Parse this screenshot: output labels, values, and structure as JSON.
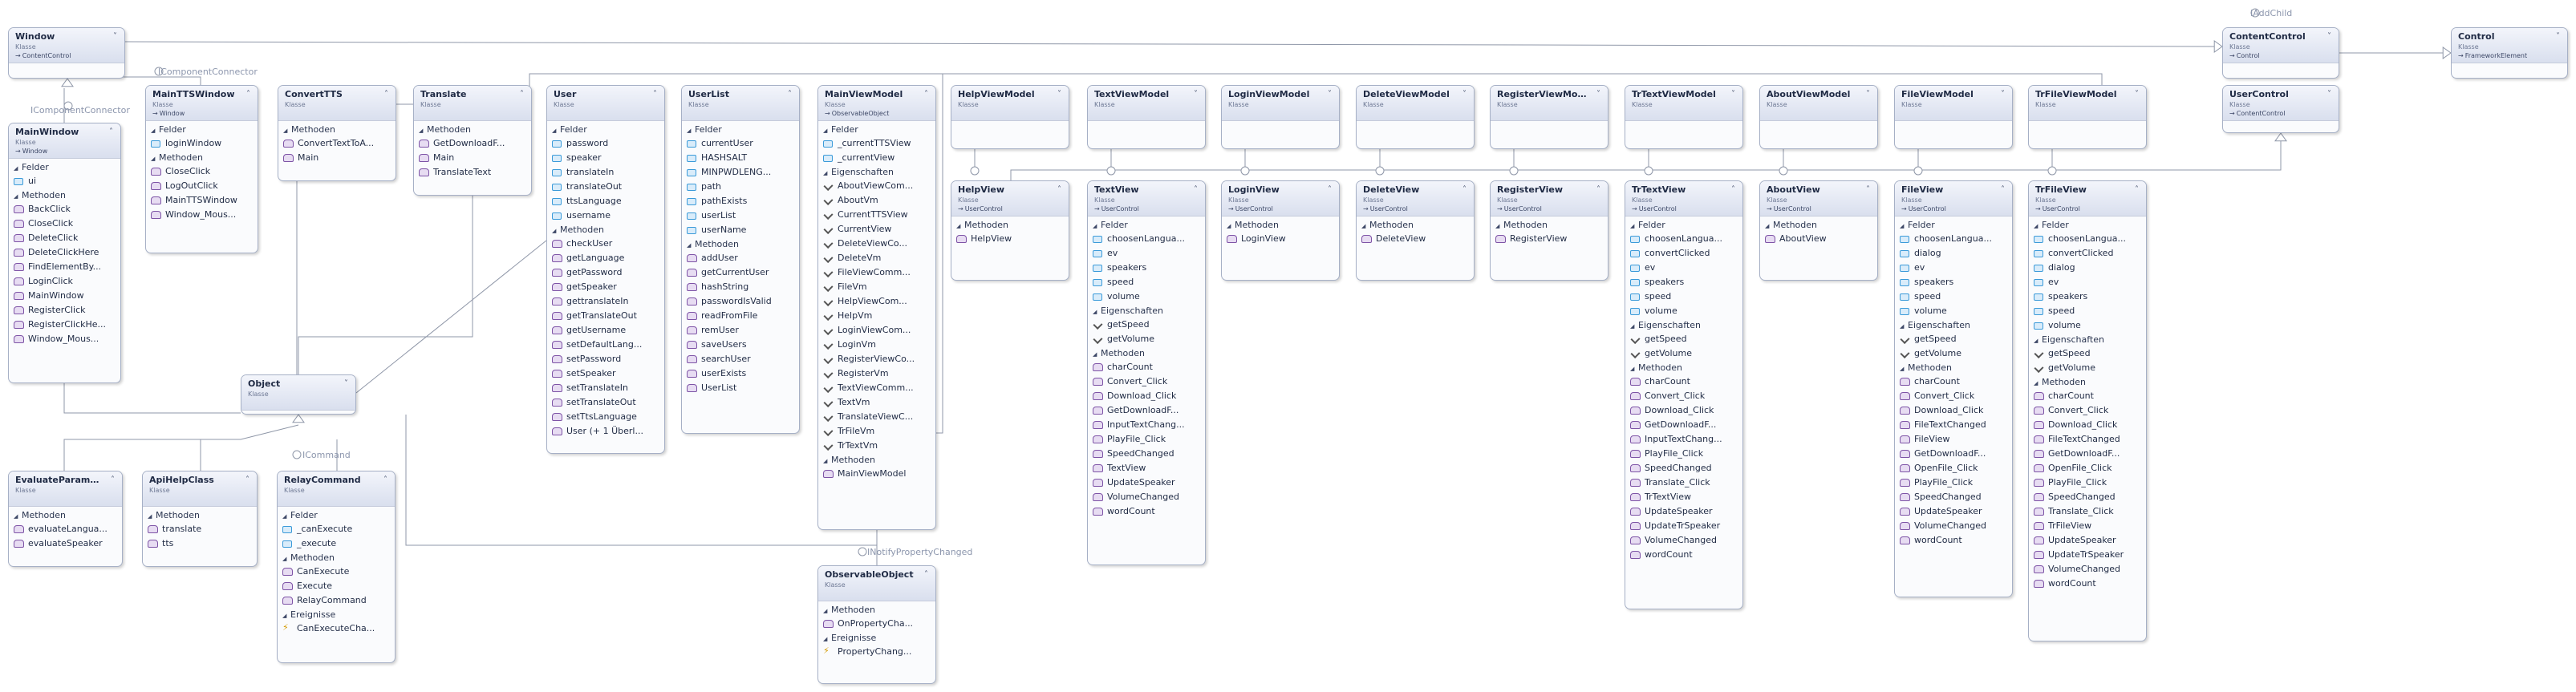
{
  "diagram": {
    "kind_label": "Klasse",
    "sections": {
      "fields": "Felder",
      "methods": "Methoden",
      "properties": "Eigenschaften",
      "events": "Ereignisse"
    },
    "interface_labels": {
      "icomponent_top": "IComponentConnector",
      "icomponent_left": "IComponentConnector",
      "iaddchild": "IAddChild",
      "icommand": "ICommand",
      "inotify": "INotifyPropertyChanged"
    },
    "classes": [
      {
        "name": "Window",
        "base": "ContentControl",
        "sections": []
      },
      {
        "name": "MainWindow",
        "base": "Window",
        "sections": [
          {
            "type": "fields",
            "members": [
              "ui"
            ]
          },
          {
            "type": "methods",
            "members": [
              "BackClick",
              "CloseClick",
              "DeleteClick",
              "DeleteClickHere",
              "FindElementBy...",
              "LoginClick",
              "MainWindow",
              "RegisterClick",
              "RegisterClickHe...",
              "Window_Mous..."
            ]
          }
        ]
      },
      {
        "name": "MainTTSWindow",
        "base": "Window",
        "sections": [
          {
            "type": "fields",
            "members": [
              "loginWindow"
            ]
          },
          {
            "type": "methods",
            "members": [
              "CloseClick",
              "LogOutClick",
              "MainTTSWindow",
              "Window_Mous..."
            ]
          }
        ]
      },
      {
        "name": "ConvertTTS",
        "base": "",
        "sections": [
          {
            "type": "methods",
            "members": [
              "ConvertTextToA...",
              "Main"
            ]
          }
        ]
      },
      {
        "name": "Translate",
        "base": "",
        "sections": [
          {
            "type": "methods",
            "members": [
              "GetDownloadF...",
              "Main",
              "TranslateText"
            ]
          }
        ]
      },
      {
        "name": "User",
        "base": "",
        "sections": [
          {
            "type": "fields",
            "members": [
              "password",
              "speaker",
              "translateIn",
              "translateOut",
              "ttsLanguage",
              "username"
            ]
          },
          {
            "type": "methods",
            "members": [
              "checkUser",
              "getLanguage",
              "getPassword",
              "getSpeaker",
              "gettranslateIn",
              "getTranslateOut",
              "getUsername",
              "setDefaultLang...",
              "setPassword",
              "setSpeaker",
              "setTranslateIn",
              "setTranslateOut",
              "setTtsLanguage",
              "User (+ 1 Überl..."
            ]
          }
        ]
      },
      {
        "name": "UserList",
        "base": "",
        "sections": [
          {
            "type": "fields",
            "members": [
              "currentUser",
              "HASHSALT",
              "MINPWDLENG...",
              "path",
              "pathExists",
              "userList",
              "userName"
            ]
          },
          {
            "type": "methods",
            "members": [
              "addUser",
              "getCurrentUser",
              "hashString",
              "passwordIsValid",
              "readFromFile",
              "remUser",
              "saveUsers",
              "searchUser",
              "userExists",
              "UserList"
            ]
          }
        ]
      },
      {
        "name": "MainViewModel",
        "base": "ObservableObject",
        "sections": [
          {
            "type": "fields",
            "members": [
              "_currentTTSView",
              "_currentView"
            ]
          },
          {
            "type": "properties",
            "members": [
              "AboutViewCom...",
              "AboutVm",
              "CurrentTTSView",
              "CurrentView",
              "DeleteViewCo...",
              "DeleteVm",
              "FileViewComm...",
              "FileVm",
              "HelpViewCom...",
              "HelpVm",
              "LoginViewCom...",
              "LoginVm",
              "RegisterViewCo...",
              "RegisterVm",
              "TextViewComm...",
              "TextVm",
              "TranslateViewC...",
              "TrFileVm",
              "TrTextVm"
            ]
          },
          {
            "type": "methods",
            "members": [
              "MainViewModel"
            ]
          }
        ]
      },
      {
        "name": "ObservableObject",
        "base": "",
        "sections": [
          {
            "type": "methods",
            "members": [
              "OnPropertyCha..."
            ]
          },
          {
            "type": "events",
            "members": [
              "PropertyChang..."
            ]
          }
        ]
      },
      {
        "name": "Object",
        "base": "",
        "sections": []
      },
      {
        "name": "EvaluateParame...",
        "base": "",
        "sections": [
          {
            "type": "methods",
            "members": [
              "evaluateLangua...",
              "evaluateSpeaker"
            ]
          }
        ]
      },
      {
        "name": "ApiHelpClass",
        "base": "",
        "sections": [
          {
            "type": "methods",
            "members": [
              "translate",
              "tts"
            ]
          }
        ]
      },
      {
        "name": "RelayCommand",
        "base": "",
        "sections": [
          {
            "type": "fields",
            "members": [
              "_canExecute",
              "_execute"
            ]
          },
          {
            "type": "methods",
            "members": [
              "CanExecute",
              "Execute",
              "RelayCommand"
            ]
          },
          {
            "type": "events",
            "members": [
              "CanExecuteCha..."
            ]
          }
        ]
      },
      {
        "name": "HelpViewModel",
        "base": "",
        "sections": []
      },
      {
        "name": "TextViewModel",
        "base": "",
        "sections": []
      },
      {
        "name": "LoginViewModel",
        "base": "",
        "sections": []
      },
      {
        "name": "DeleteViewModel",
        "base": "",
        "sections": []
      },
      {
        "name": "RegisterViewMo...",
        "base": "",
        "sections": []
      },
      {
        "name": "TrTextViewModel",
        "base": "",
        "sections": []
      },
      {
        "name": "AboutViewModel",
        "base": "",
        "sections": []
      },
      {
        "name": "FileViewModel",
        "base": "",
        "sections": []
      },
      {
        "name": "TrFileViewModel",
        "base": "",
        "sections": []
      },
      {
        "name": "HelpView",
        "base": "UserControl",
        "sections": [
          {
            "type": "methods",
            "members": [
              "HelpView"
            ]
          }
        ]
      },
      {
        "name": "TextView",
        "base": "UserControl",
        "sections": [
          {
            "type": "fields",
            "members": [
              "choosenLangua...",
              "ev",
              "speakers",
              "speed",
              "volume"
            ]
          },
          {
            "type": "properties",
            "members": [
              "getSpeed",
              "getVolume"
            ]
          },
          {
            "type": "methods",
            "members": [
              "charCount",
              "Convert_Click",
              "Download_Click",
              "GetDownloadF...",
              "InputTextChang...",
              "PlayFile_Click",
              "SpeedChanged",
              "TextView",
              "UpdateSpeaker",
              "VolumeChanged",
              "wordCount"
            ]
          }
        ]
      },
      {
        "name": "LoginView",
        "base": "UserControl",
        "sections": [
          {
            "type": "methods",
            "members": [
              "LoginView"
            ]
          }
        ]
      },
      {
        "name": "DeleteView",
        "base": "UserControl",
        "sections": [
          {
            "type": "methods",
            "members": [
              "DeleteView"
            ]
          }
        ]
      },
      {
        "name": "RegisterView",
        "base": "UserControl",
        "sections": [
          {
            "type": "methods",
            "members": [
              "RegisterView"
            ]
          }
        ]
      },
      {
        "name": "TrTextView",
        "base": "UserControl",
        "sections": [
          {
            "type": "fields",
            "members": [
              "choosenLangua...",
              "convertClicked",
              "ev",
              "speakers",
              "speed",
              "volume"
            ]
          },
          {
            "type": "properties",
            "members": [
              "getSpeed",
              "getVolume"
            ]
          },
          {
            "type": "methods",
            "members": [
              "charCount",
              "Convert_Click",
              "Download_Click",
              "GetDownloadF...",
              "InputTextChang...",
              "PlayFile_Click",
              "SpeedChanged",
              "Translate_Click",
              "TrTextView",
              "UpdateSpeaker",
              "UpdateTrSpeaker",
              "VolumeChanged",
              "wordCount"
            ]
          }
        ]
      },
      {
        "name": "AboutView",
        "base": "UserControl",
        "sections": [
          {
            "type": "methods",
            "members": [
              "AboutView"
            ]
          }
        ]
      },
      {
        "name": "FileView",
        "base": "UserControl",
        "sections": [
          {
            "type": "fields",
            "members": [
              "choosenLangua...",
              "dialog",
              "ev",
              "speakers",
              "speed",
              "volume"
            ]
          },
          {
            "type": "properties",
            "members": [
              "getSpeed",
              "getVolume"
            ]
          },
          {
            "type": "methods",
            "members": [
              "charCount",
              "Convert_Click",
              "Download_Click",
              "FileTextChanged",
              "FileView",
              "GetDownloadF...",
              "OpenFile_Click",
              "PlayFile_Click",
              "SpeedChanged",
              "UpdateSpeaker",
              "VolumeChanged",
              "wordCount"
            ]
          }
        ]
      },
      {
        "name": "TrFileView",
        "base": "UserControl",
        "sections": [
          {
            "type": "fields",
            "members": [
              "choosenLangua...",
              "convertClicked",
              "dialog",
              "ev",
              "speakers",
              "speed",
              "volume"
            ]
          },
          {
            "type": "properties",
            "members": [
              "getSpeed",
              "getVolume"
            ]
          },
          {
            "type": "methods",
            "members": [
              "charCount",
              "Convert_Click",
              "Download_Click",
              "FileTextChanged",
              "GetDownloadF...",
              "OpenFile_Click",
              "PlayFile_Click",
              "SpeedChanged",
              "Translate_Click",
              "TrFileView",
              "UpdateSpeaker",
              "UpdateTrSpeaker",
              "VolumeChanged",
              "wordCount"
            ]
          }
        ]
      },
      {
        "name": "ContentControl",
        "base": "Control",
        "sections": []
      },
      {
        "name": "UserControl",
        "base": "ContentControl",
        "sections": []
      },
      {
        "name": "Control",
        "base": "FrameworkElement",
        "sections": []
      }
    ]
  }
}
